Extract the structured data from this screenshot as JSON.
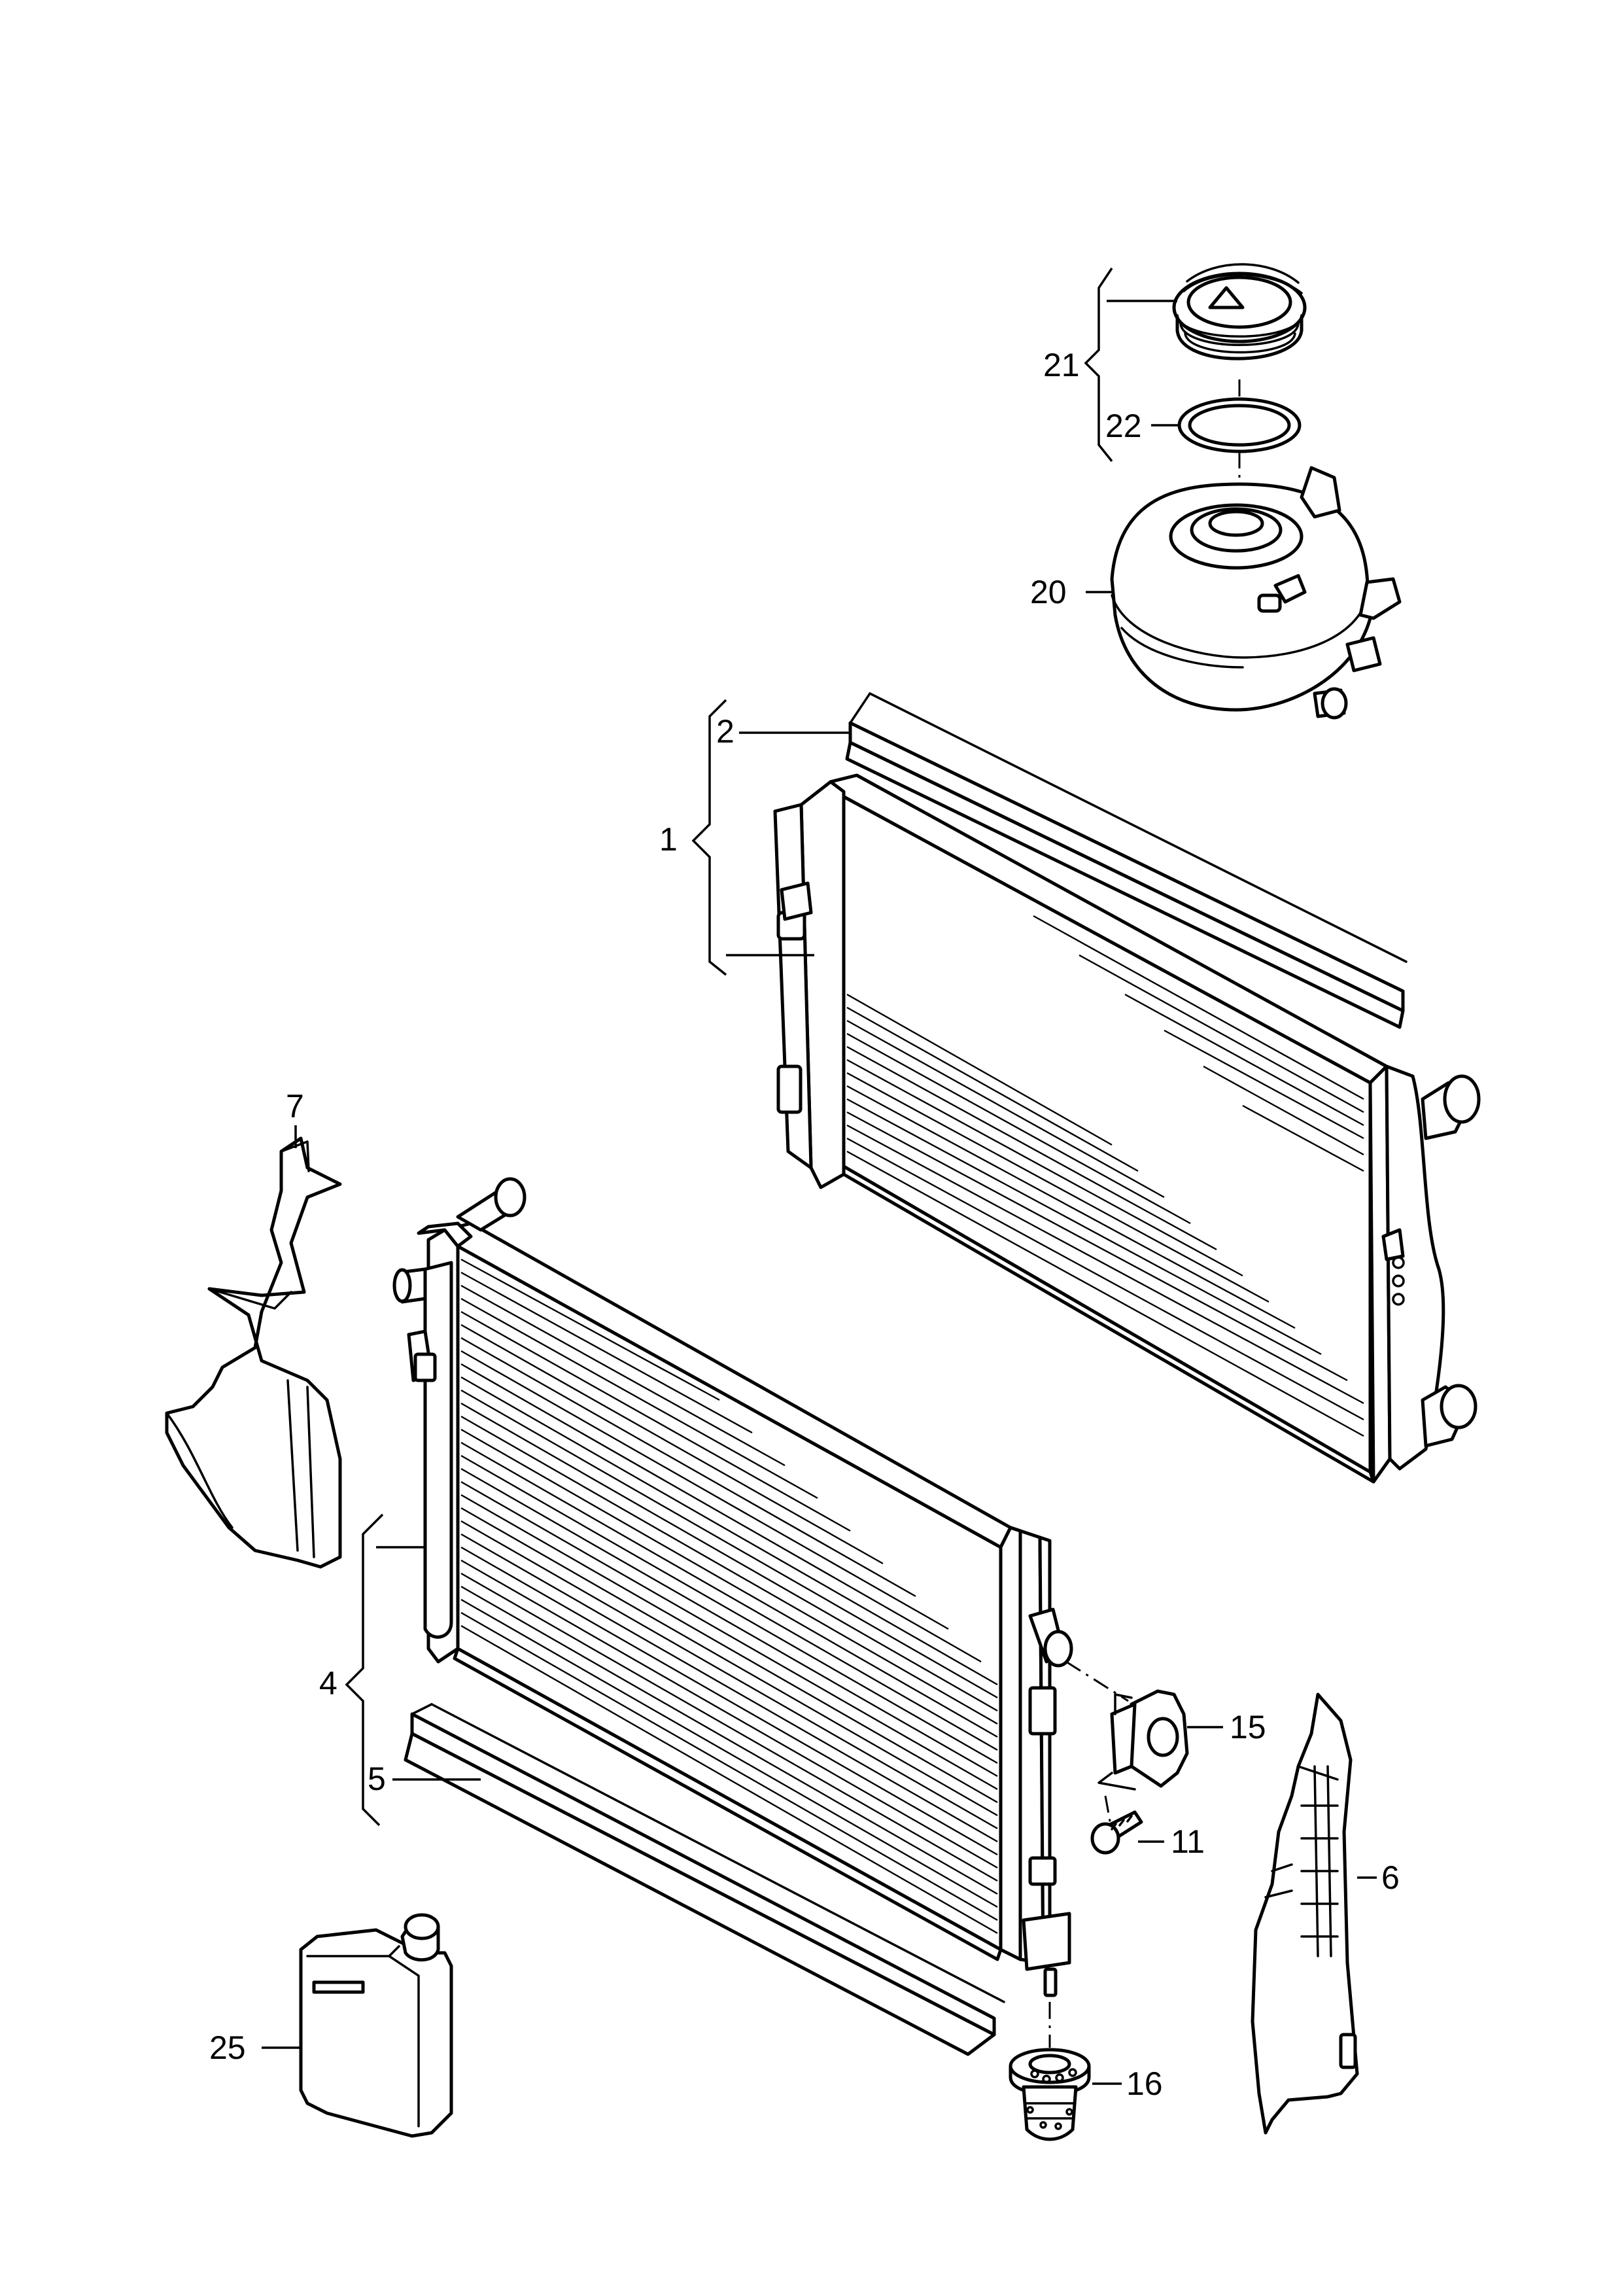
{
  "diagram": {
    "callouts": [
      {
        "id": "1",
        "label": "1"
      },
      {
        "id": "2",
        "label": "2"
      },
      {
        "id": "4",
        "label": "4"
      },
      {
        "id": "5",
        "label": "5"
      },
      {
        "id": "6",
        "label": "6"
      },
      {
        "id": "7",
        "label": "7"
      },
      {
        "id": "11",
        "label": "11"
      },
      {
        "id": "15",
        "label": "15"
      },
      {
        "id": "16",
        "label": "16"
      },
      {
        "id": "20",
        "label": "20"
      },
      {
        "id": "21",
        "label": "21"
      },
      {
        "id": "22",
        "label": "22"
      },
      {
        "id": "25",
        "label": "25"
      }
    ]
  }
}
